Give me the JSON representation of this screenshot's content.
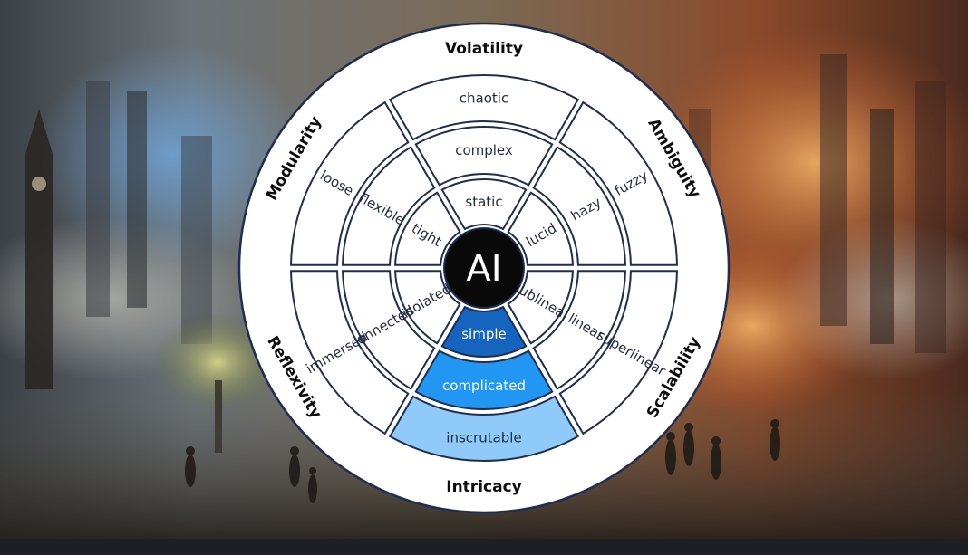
{
  "hub": {
    "label": "AI"
  },
  "dimensions": [
    {
      "name": "Volatility",
      "levels": [
        "static",
        "complex",
        "chaotic"
      ]
    },
    {
      "name": "Ambiguity",
      "levels": [
        "lucid",
        "hazy",
        "fuzzy"
      ]
    },
    {
      "name": "Scalability",
      "levels": [
        "sublinear",
        "linear",
        "superlinear"
      ]
    },
    {
      "name": "Intricacy",
      "levels": [
        "simple",
        "complicated",
        "inscrutable"
      ],
      "highlighted": true
    },
    {
      "name": "Reflexivity",
      "levels": [
        "isolated",
        "connected",
        "immersed"
      ]
    },
    {
      "name": "Modularity",
      "levels": [
        "tight",
        "flexible",
        "loose"
      ]
    }
  ],
  "colors": {
    "outline": "#1e2d52",
    "ring_fill": "#ffffff",
    "highlight_inner": "#1565c0",
    "highlight_middle": "#2196f3",
    "highlight_outer": "#90caf9",
    "hub": "#0a0a0a"
  },
  "background": {
    "description_icon": "city-painting-background"
  }
}
